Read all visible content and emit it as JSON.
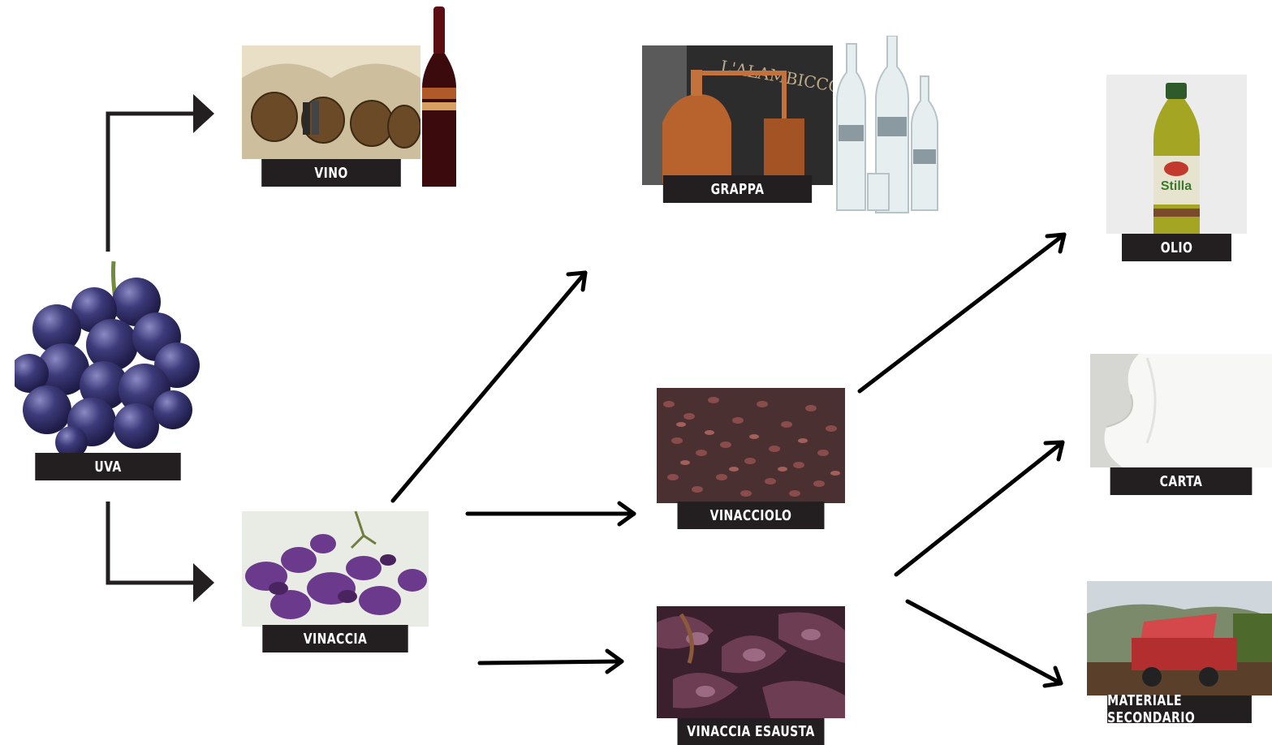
{
  "nodes": {
    "uva": {
      "label": "UVA"
    },
    "vino": {
      "label": "VINO"
    },
    "grappa": {
      "label": "GRAPPA"
    },
    "vinaccia": {
      "label": "VINACCIA"
    },
    "vinacciolo": {
      "label": "VINACCIOLO"
    },
    "vinaccia_esausta": {
      "label": "VINACCIA ESAUSTA"
    },
    "olio": {
      "label": "OLIO"
    },
    "carta": {
      "label": "CARTA"
    },
    "materiale_secondario": {
      "label": "MATERIALE SECONDARIO"
    }
  },
  "photo_text": {
    "alambicco_sign": "L'ALAMBICCO",
    "olio_brand": "Stilla"
  },
  "edges": [
    {
      "from": "UVA",
      "to": "VINO"
    },
    {
      "from": "UVA",
      "to": "VINACCIA"
    },
    {
      "from": "VINACCIA",
      "to": "GRAPPA"
    },
    {
      "from": "VINACCIA",
      "to": "VINACCIOLO"
    },
    {
      "from": "VINACCIA",
      "to": "VINACCIA ESAUSTA"
    },
    {
      "from": "VINACCIOLO",
      "to": "OLIO"
    },
    {
      "from": "VINACCIA ESAUSTA",
      "to": "CARTA"
    },
    {
      "from": "VINACCIA ESAUSTA",
      "to": "MATERIALE SECONDARIO"
    }
  ]
}
